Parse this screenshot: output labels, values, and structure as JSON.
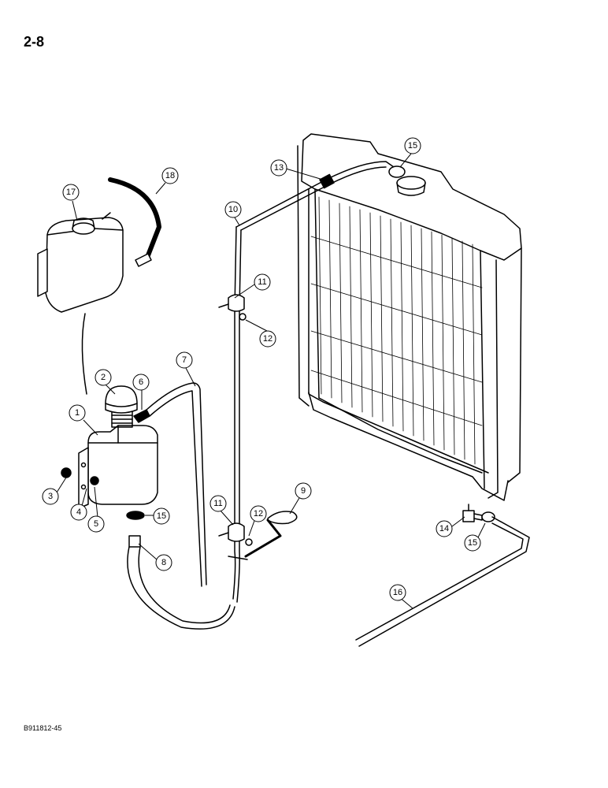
{
  "page_number": "2-8",
  "document_code": "B911812-45",
  "callouts": [
    "1",
    "2",
    "3",
    "4",
    "5",
    "6",
    "7",
    "8",
    "9",
    "10",
    "11",
    "11",
    "12",
    "12",
    "13",
    "14",
    "15",
    "15",
    "15",
    "16",
    "17",
    "18"
  ]
}
